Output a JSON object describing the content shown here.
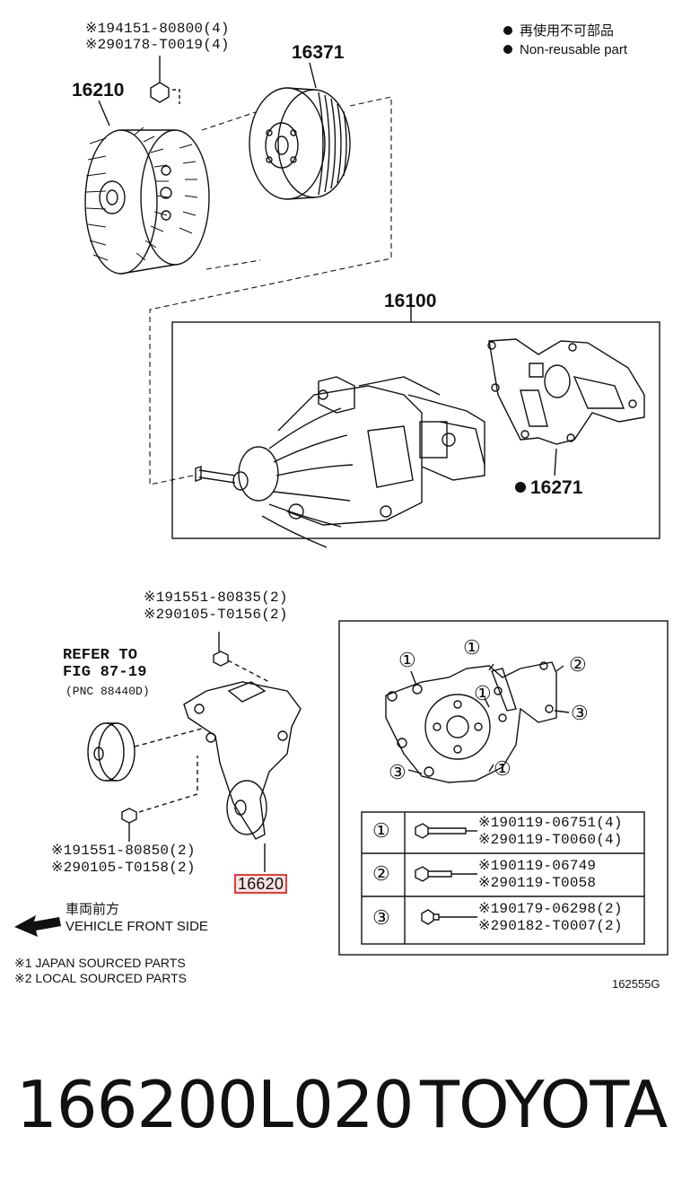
{
  "legend": {
    "line1": "再使用不可部品",
    "line2": "Non-reusable part"
  },
  "fan": {
    "callout1": "※194151-80800(4)",
    "callout2": "※290178-T0019(4)",
    "part": "16210"
  },
  "pulley": {
    "part": "16371"
  },
  "assembly": {
    "part": "16100"
  },
  "gasket": {
    "part": "16271"
  },
  "idler": {
    "refer_line1": "REFER TO",
    "refer_line2": "FIG 87-19",
    "refer_pnc": "(PNC 88440D)",
    "bolt_top1": "※191551-80835(2)",
    "bolt_top2": "※290105-T0156(2)",
    "bolt_low1": "※191551-80850(2)",
    "bolt_low2": "※290105-T0158(2)",
    "part": "16620"
  },
  "front": {
    "jp": "車両前方",
    "en": "VEHICLE FRONT SIDE"
  },
  "notes": {
    "n1": "※1 JAPAN SOURCED PARTS",
    "n2": "※2 LOCAL SOURCED PARTS"
  },
  "bolt_table": {
    "rows": [
      {
        "marker": "①",
        "l1": "※190119-06751(4)",
        "l2": "※290119-T0060(4)"
      },
      {
        "marker": "②",
        "l1": "※190119-06749",
        "l2": "※290119-T0058"
      },
      {
        "marker": "③",
        "l1": "※190179-06298(2)",
        "l2": "※290182-T0007(2)"
      }
    ]
  },
  "pump_markers": [
    "①",
    "①",
    "①",
    "②",
    "③",
    "③",
    "①"
  ],
  "fig_code": "162555G",
  "footer": {
    "part_number": "166200L020",
    "brand": "TOYOTA"
  }
}
